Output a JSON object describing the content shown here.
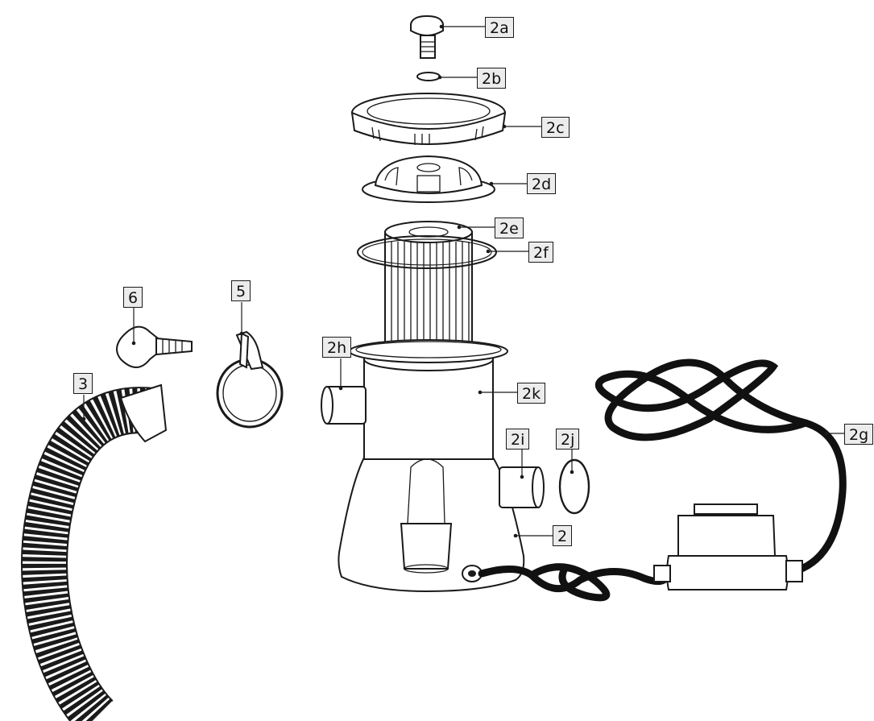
{
  "colors": {
    "line": "#1a1a1a",
    "label_fill": "#ececec",
    "background": "#ffffff",
    "cord": "#111111"
  },
  "parts": [
    {
      "id": "2a",
      "label": "2a"
    },
    {
      "id": "2b",
      "label": "2b"
    },
    {
      "id": "2c",
      "label": "2c"
    },
    {
      "id": "2d",
      "label": "2d"
    },
    {
      "id": "2e",
      "label": "2e"
    },
    {
      "id": "2f",
      "label": "2f"
    },
    {
      "id": "2g",
      "label": "2g"
    },
    {
      "id": "2h",
      "label": "2h"
    },
    {
      "id": "2i",
      "label": "2i"
    },
    {
      "id": "2j",
      "label": "2j"
    },
    {
      "id": "2k",
      "label": "2k"
    },
    {
      "id": "2",
      "label": "2"
    },
    {
      "id": "3",
      "label": "3"
    },
    {
      "id": "5",
      "label": "5"
    },
    {
      "id": "6",
      "label": "6"
    }
  ]
}
